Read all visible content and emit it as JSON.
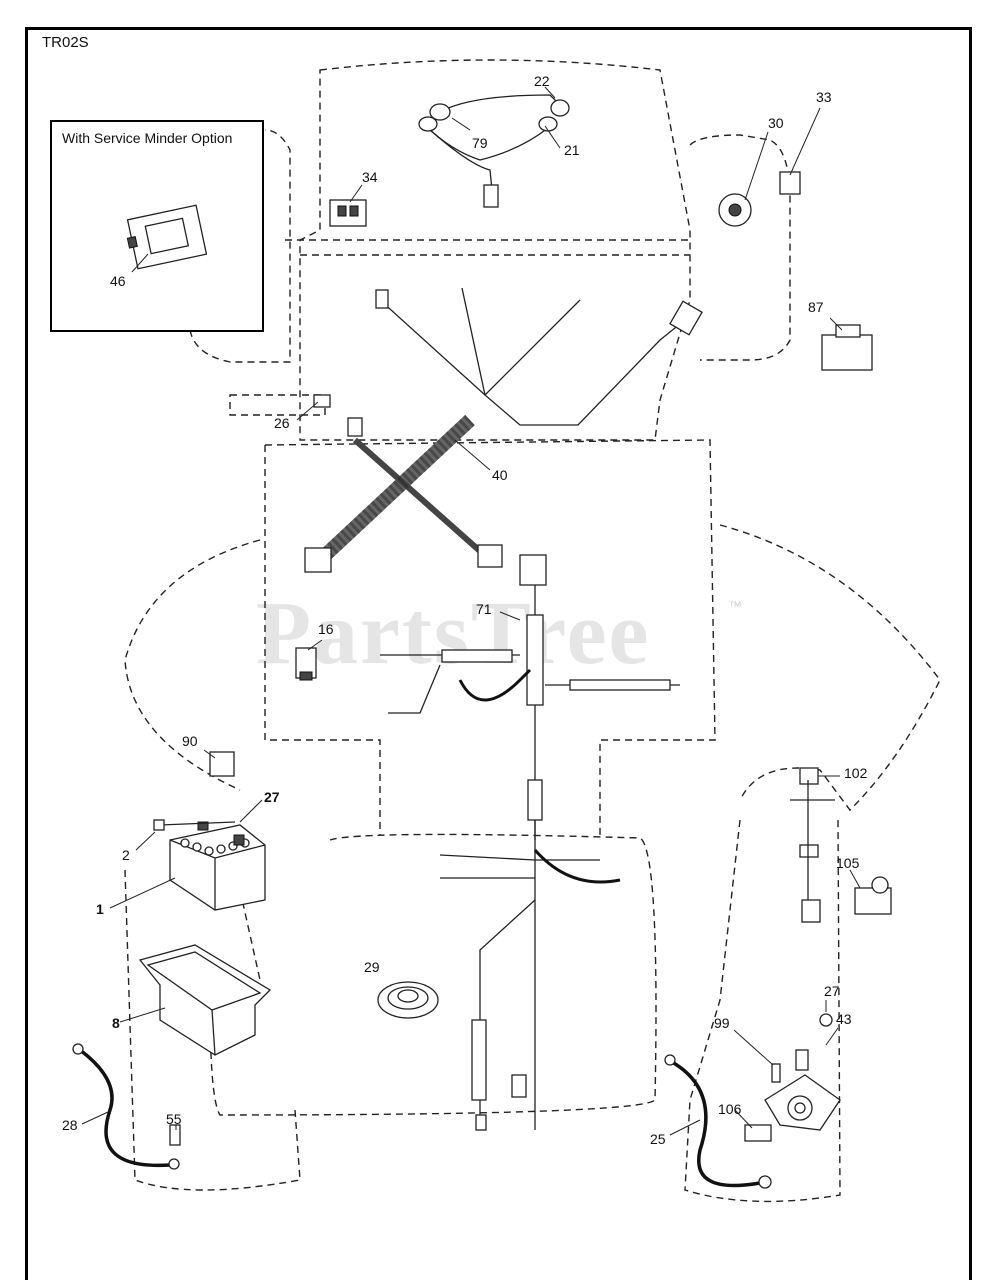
{
  "diagram": {
    "code": "TR02S",
    "inset_title": "With Service Minder Option",
    "watermark": "PartsTree",
    "trademark": "™",
    "callouts": [
      {
        "id": "c22",
        "label": "22"
      },
      {
        "id": "c79",
        "label": "79"
      },
      {
        "id": "c21",
        "label": "21"
      },
      {
        "id": "c30",
        "label": "30"
      },
      {
        "id": "c33",
        "label": "33"
      },
      {
        "id": "c34",
        "label": "34"
      },
      {
        "id": "c46",
        "label": "46"
      },
      {
        "id": "c87",
        "label": "87"
      },
      {
        "id": "c26",
        "label": "26"
      },
      {
        "id": "c40",
        "label": "40"
      },
      {
        "id": "c71",
        "label": "71"
      },
      {
        "id": "c16",
        "label": "16"
      },
      {
        "id": "c90",
        "label": "90"
      },
      {
        "id": "c27a",
        "label": "27"
      },
      {
        "id": "c2",
        "label": "2"
      },
      {
        "id": "c1",
        "label": "1"
      },
      {
        "id": "c102",
        "label": "102"
      },
      {
        "id": "c105",
        "label": "105"
      },
      {
        "id": "c29",
        "label": "29"
      },
      {
        "id": "c8",
        "label": "8"
      },
      {
        "id": "c27b",
        "label": "27"
      },
      {
        "id": "c99",
        "label": "99"
      },
      {
        "id": "c43",
        "label": "43"
      },
      {
        "id": "c28",
        "label": "28"
      },
      {
        "id": "c55",
        "label": "55"
      },
      {
        "id": "c106",
        "label": "106"
      },
      {
        "id": "c25",
        "label": "25"
      }
    ]
  }
}
